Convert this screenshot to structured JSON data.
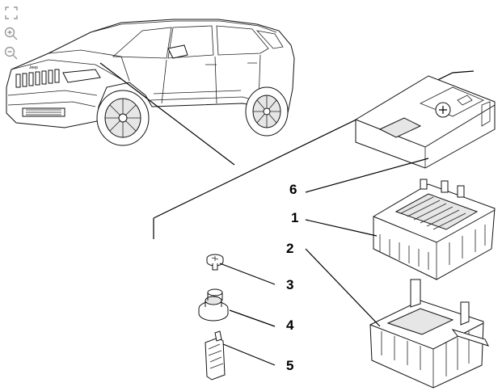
{
  "toolbar": {
    "tools": [
      {
        "name": "fit-to-window-icon"
      },
      {
        "name": "zoom-in-icon"
      },
      {
        "name": "zoom-out-icon"
      }
    ]
  },
  "callouts": {
    "c6": "6",
    "c1": "1",
    "c2": "2",
    "c3": "3",
    "c4": "4",
    "c5": "5"
  },
  "logo": {
    "text": "Jeep"
  }
}
